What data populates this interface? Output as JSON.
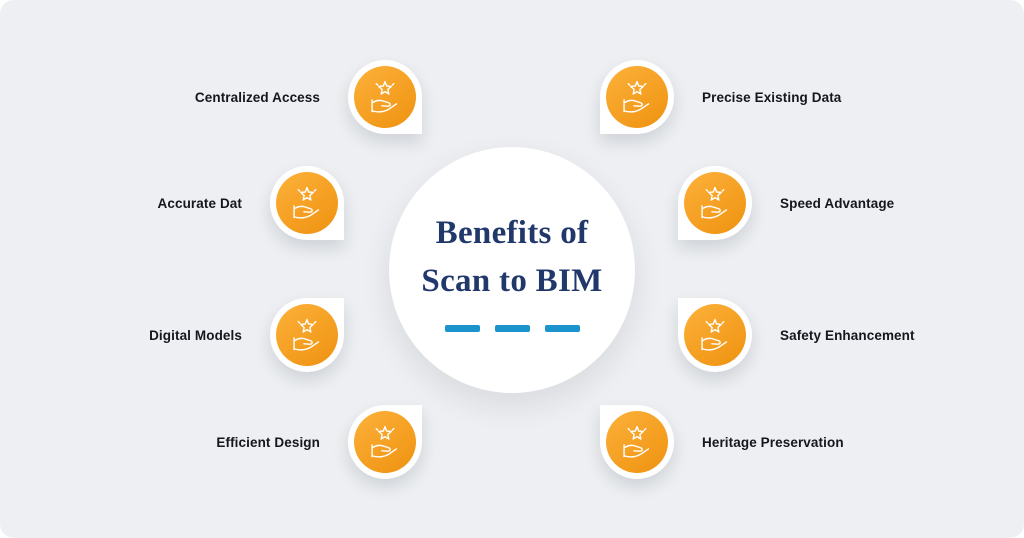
{
  "title": {
    "line1": "Benefits of",
    "line2": "Scan to BIM"
  },
  "items": [
    {
      "label": "Centralized Access",
      "icon": "hand-star-icon"
    },
    {
      "label": "Accurate Dat",
      "icon": "hand-star-icon"
    },
    {
      "label": "Digital Models",
      "icon": "hand-star-icon"
    },
    {
      "label": "Efficient Design",
      "icon": "hand-star-icon"
    },
    {
      "label": "Precise Existing Data",
      "icon": "hand-star-icon"
    },
    {
      "label": "Speed Advantage",
      "icon": "hand-star-icon"
    },
    {
      "label": "Safety Enhancement",
      "icon": "hand-star-icon"
    },
    {
      "label": "Heritage Preservation",
      "icon": "hand-star-icon"
    }
  ],
  "dash_count": 3,
  "colors": {
    "panel-bg": "#edeff2",
    "title-navy": "#21386b",
    "dash-blue": "#1b94ce",
    "orange-1": "#fcb13a",
    "orange-2": "#ef9210",
    "label-dark": "#15161e"
  }
}
